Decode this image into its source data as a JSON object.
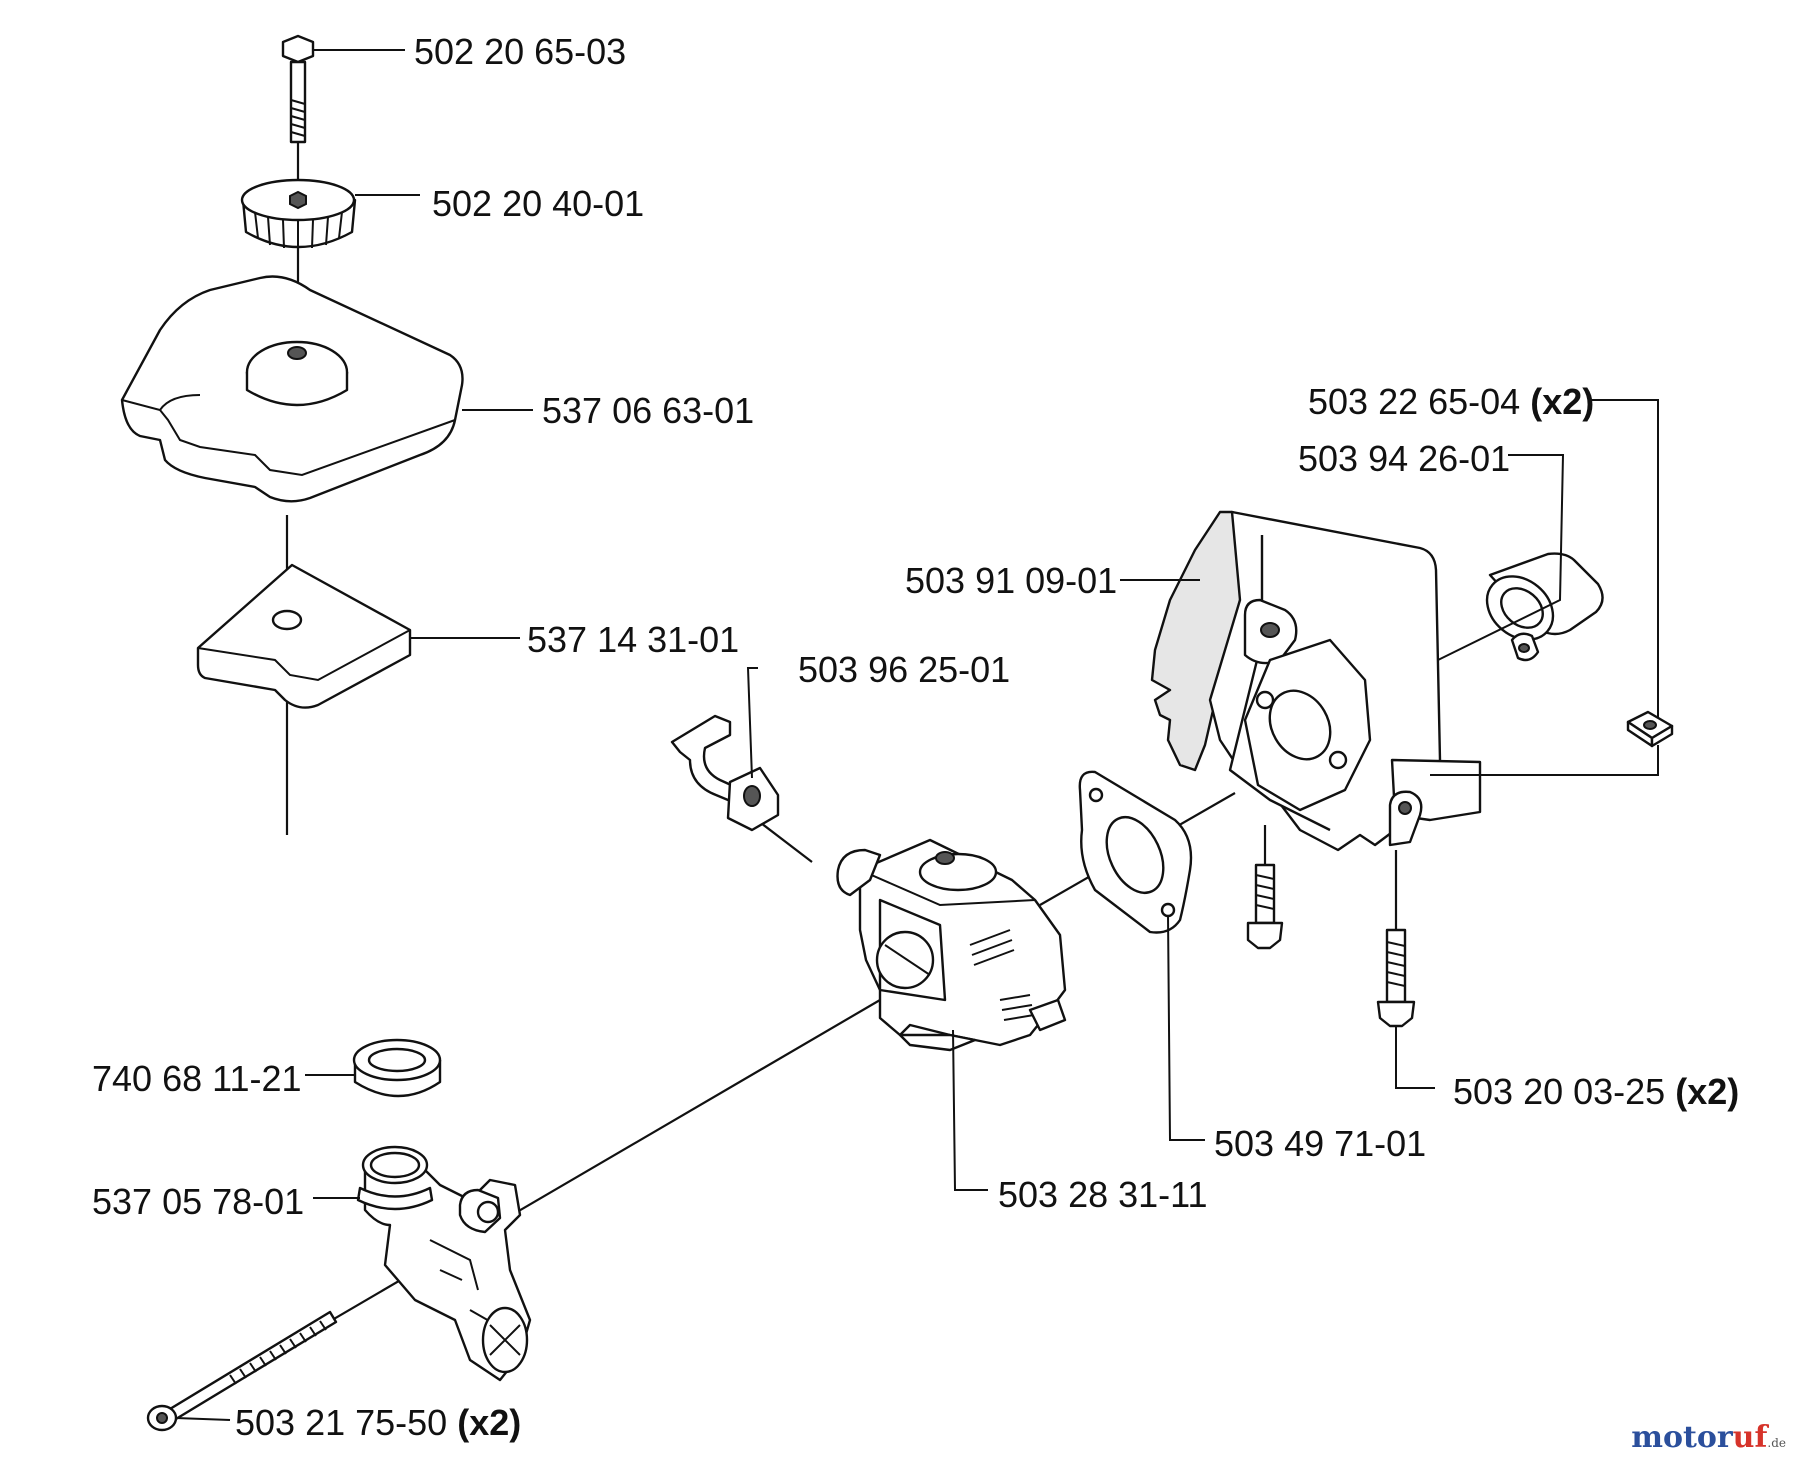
{
  "parts": [
    {
      "part_no": "502 20 65-03",
      "qty": ""
    },
    {
      "part_no": "502 20 40-01",
      "qty": ""
    },
    {
      "part_no": "537 06 63-01",
      "qty": ""
    },
    {
      "part_no": "537 14 31-01",
      "qty": ""
    },
    {
      "part_no": "503 22 65-04",
      "qty": "(x2)"
    },
    {
      "part_no": "503 94 26-01",
      "qty": ""
    },
    {
      "part_no": "503 91 09-01",
      "qty": ""
    },
    {
      "part_no": "503 96 25-01",
      "qty": ""
    },
    {
      "part_no": "740 68 11-21",
      "qty": ""
    },
    {
      "part_no": "537 05 78-01",
      "qty": ""
    },
    {
      "part_no": "503 21 75-50",
      "qty": "(x2)"
    },
    {
      "part_no": "503 28 31-11",
      "qty": ""
    },
    {
      "part_no": "503 49 71-01",
      "qty": ""
    },
    {
      "part_no": "503 20 03-25",
      "qty": "(x2)"
    }
  ],
  "watermark": {
    "brand_part1": "motor",
    "brand_part2": "uf",
    "tld": ".de"
  },
  "colors": {
    "line": "#111111",
    "part_fill": "#ffffff",
    "shade": "#e6e6e6",
    "watermark_blue": "#2b4f9c",
    "watermark_red": "#d6332a"
  }
}
